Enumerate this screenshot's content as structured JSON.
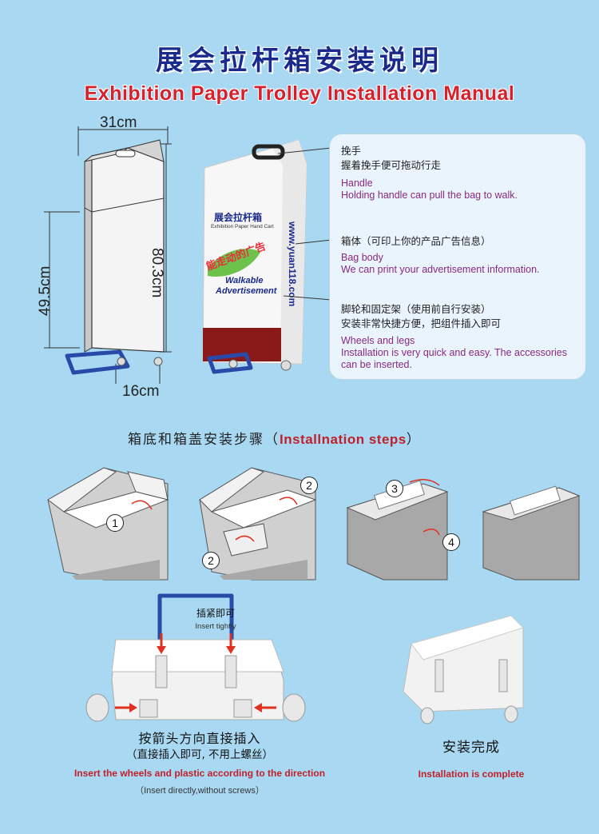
{
  "header": {
    "title_cn": "展会拉杆箱安装说明",
    "title_en": "Exhibition Paper Trolley Installation Manual"
  },
  "dimensions": {
    "width": "31cm",
    "height_total": "80.3cm",
    "height_body": "49.5cm",
    "depth": "16cm"
  },
  "product_print": {
    "brand_cn": "展会拉杆箱",
    "brand_en": "Exhibition Paper Hand Cart",
    "slogan_cn": "能走动的广告",
    "slogan_en_1": "Walkable",
    "slogan_en_2": "Advertisement",
    "url": "www.yuan118.com"
  },
  "parts": [
    {
      "title_cn": "挽手",
      "desc_cn": "握着挽手便可拖动行走",
      "title_en": "Handle",
      "desc_en": "Holding handle can pull the bag to walk."
    },
    {
      "title_cn": "箱体（可印上你的产品广告信息）",
      "desc_cn": "",
      "title_en": "Bag body",
      "desc_en": "We can print your advertisement information."
    },
    {
      "title_cn": "脚轮和固定架（使用前自行安装）",
      "desc_cn": "安装非常快捷方便，把组件插入即可",
      "title_en": "Wheels and legs",
      "desc_en": "Installation is very quick and easy. The accessories can be inserted."
    }
  ],
  "steps": {
    "title_cn": "箱底和箱盖安装步骤（",
    "title_en": "Installnation steps",
    "title_close": "）",
    "numbers": [
      "1",
      "2",
      "2",
      "3",
      "4"
    ]
  },
  "install": {
    "tag_cn": "插紧即可",
    "tag_en": "Insert tightly",
    "left_cn": "按箭头方向直接插入",
    "left_cn2": "（直接插入即可, 不用上螺丝）",
    "left_en": "Insert the wheels and plastic according to the direction",
    "left_en2": "（Insert directly,without screws）",
    "right_cn": "安装完成",
    "right_en": "Installation is complete"
  },
  "colors": {
    "background": "#a9d9f2",
    "title_blue": "#1a2a8c",
    "title_red": "#d8202a",
    "handle_blue": "#2a4aa8",
    "arrow_red": "#e03020"
  }
}
